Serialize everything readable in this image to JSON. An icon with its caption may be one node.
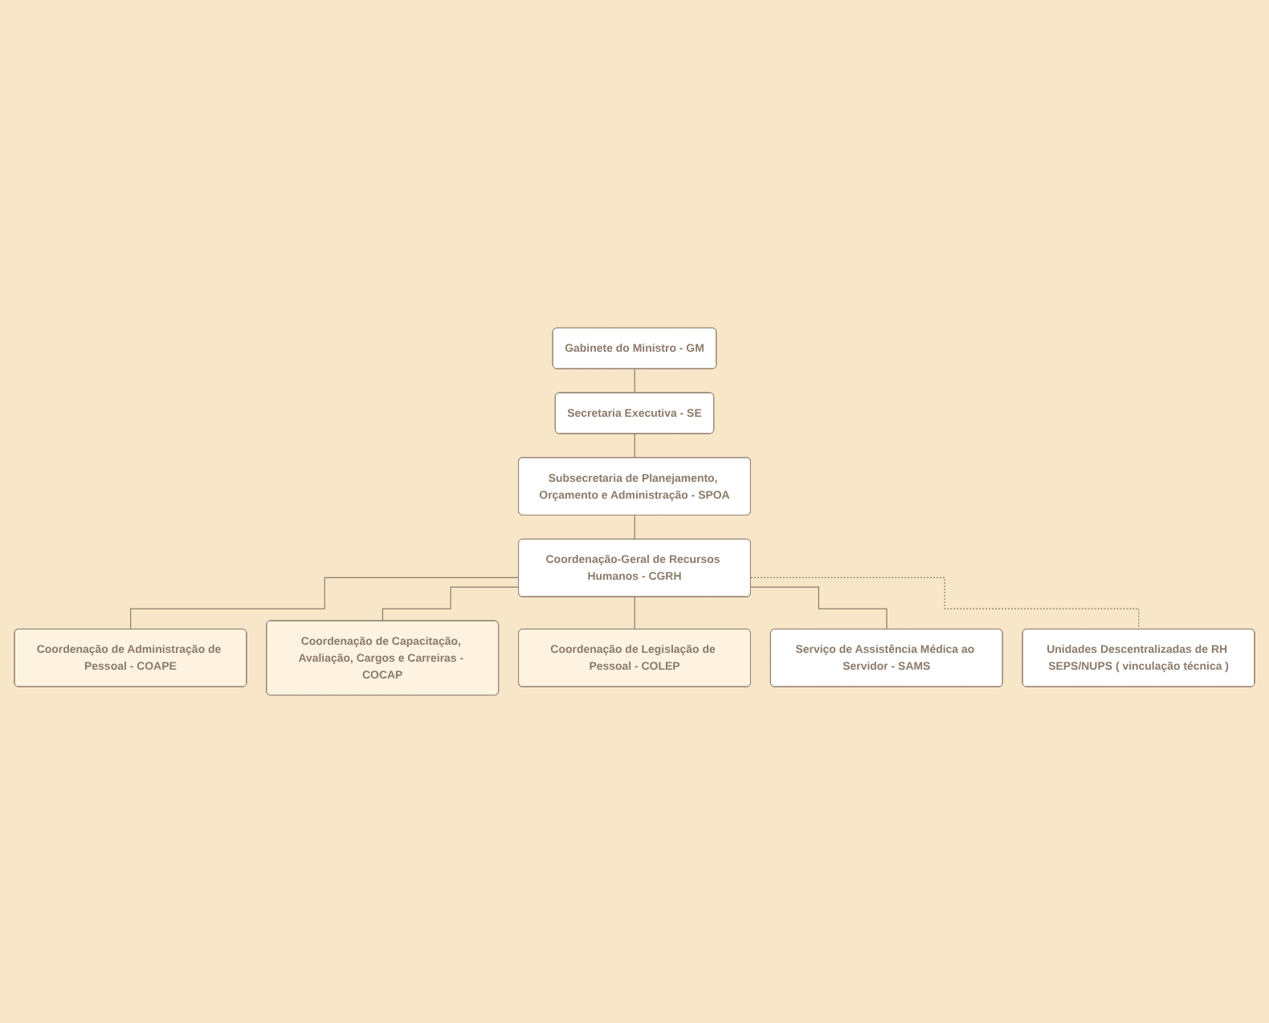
{
  "diagram": {
    "nodes": [
      {
        "text": [
          "Gabinete do Ministro - GM"
        ]
      },
      {
        "text": [
          "Secretaria Executiva - SE"
        ]
      },
      {
        "text": [
          "Subsecretaria de Planejamento, Orçamento e Administração - SPOA"
        ]
      },
      {
        "text": [
          "Coordenação-Geral de Recursos Humanos - CGRH"
        ]
      },
      {
        "text": [
          "Coordenação de Administração de Pessoal - COAPE"
        ]
      },
      {
        "text": [
          "Coordenação de Capacitação, Avaliação, Cargos e Carreiras - COCAP"
        ]
      },
      {
        "text": [
          "Coordenação de Legislação de Pessoal - COLEP"
        ]
      },
      {
        "text": [
          "Serviço de Assistência Médica ao Servidor - SAMS"
        ]
      },
      {
        "text": [
          "Unidades Descentralizadas de RH SEPS/NUPS ( vinculação técnica )"
        ]
      }
    ],
    "edges": [
      {
        "from": 0,
        "to": 1,
        "arrow": "none"
      },
      {
        "from": 1,
        "to": 2,
        "arrow": "none"
      },
      {
        "from": 2,
        "to": 3,
        "arrow": "none"
      },
      {
        "from": 3,
        "to": 4,
        "arrow": "none"
      },
      {
        "from": 3,
        "to": 5,
        "arrow": "none"
      },
      {
        "from": 3,
        "to": 6,
        "arrow": "none"
      },
      {
        "from": 3,
        "to": 7,
        "arrow": "none"
      },
      {
        "from": 3,
        "to": 8,
        "arrow": "none",
        "style": "dashed"
      }
    ]
  }
}
